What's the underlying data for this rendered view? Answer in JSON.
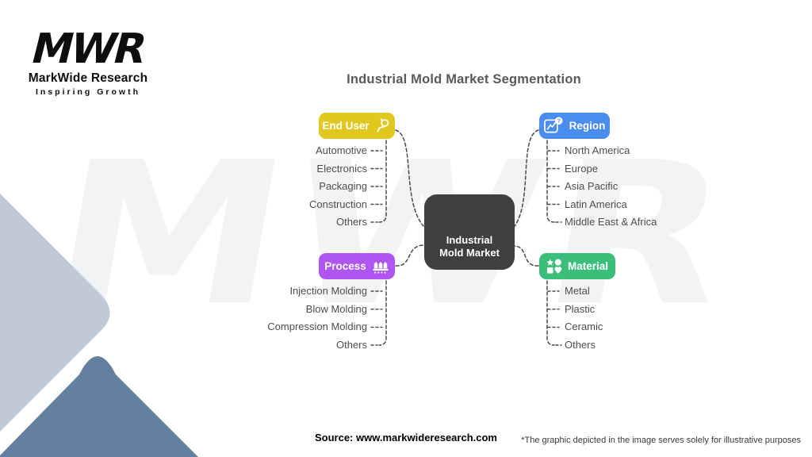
{
  "page": {
    "title": "Industrial Mold Market Segmentation",
    "watermark": "MWR",
    "source": "Source: www.markwideresearch.com",
    "disclaimer": "*The graphic depicted in the image serves solely for illustrative purposes"
  },
  "logo": {
    "monogram": "MWR",
    "name": "MarkWide Research",
    "tagline": "Inspiring Growth"
  },
  "center_node": {
    "line1": "Industrial",
    "line2": "Mold Market",
    "color": "#3F3F3F"
  },
  "branches": [
    {
      "label": "End User",
      "color": "#E0C81E",
      "icon": "person-icon",
      "items": [
        "Automotive",
        "Electronics",
        "Packaging",
        "Construction",
        "Others"
      ]
    },
    {
      "label": "Region",
      "color": "#4A8CF0",
      "icon": "line-chart-question-icon",
      "items": [
        "North America",
        "Europe",
        "Asia Pacific",
        "Latin America",
        "Middle East & Africa"
      ]
    },
    {
      "label": "Process",
      "color": "#AE55F2",
      "icon": "factory-icon",
      "items": [
        "Injection Molding",
        "Blow Molding",
        "Compression Molding",
        "Others"
      ]
    },
    {
      "label": "Material",
      "color": "#3CBE7B",
      "icon": "shapes-icon",
      "items": [
        "Metal",
        "Plastic",
        "Ceramic",
        "Others"
      ]
    }
  ],
  "icons": {
    "question_mark": "?"
  },
  "colors": {
    "connector": "#4A4A4A",
    "decor_light_shape": "#BFC9D7",
    "decor_dark_shape": "#64809F",
    "title_text": "#58595B",
    "item_text": "#4E4E4E"
  }
}
